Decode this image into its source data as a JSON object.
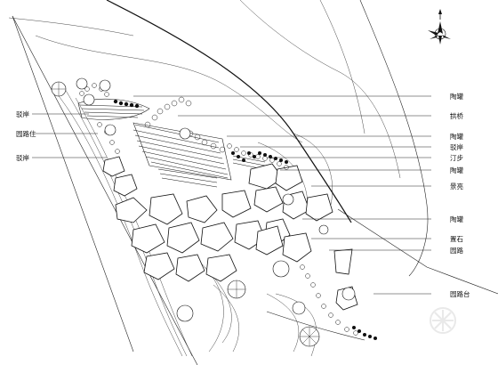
{
  "drawing": {
    "labels_right": [
      {
        "key": "r1",
        "text": "陶罐"
      },
      {
        "key": "r2",
        "text": "拱桥"
      },
      {
        "key": "r3",
        "text": "陶罐"
      },
      {
        "key": "r4",
        "text": "驳岸"
      },
      {
        "key": "r5",
        "text": "汀步"
      },
      {
        "key": "r6",
        "text": "陶罐"
      },
      {
        "key": "r7",
        "text": "景亮"
      },
      {
        "key": "r8",
        "text": "陶罐"
      },
      {
        "key": "r9",
        "text": "置石"
      },
      {
        "key": "r10",
        "text": "园路"
      },
      {
        "key": "r11",
        "text": "园路台"
      }
    ],
    "labels_left": [
      {
        "key": "l1",
        "text": "驳岸"
      },
      {
        "key": "l2",
        "text": "园路住"
      },
      {
        "key": "l3",
        "text": "驳岸"
      }
    ],
    "compass": "north-arrow-icon",
    "watermark": "zhulong-watermark-icon"
  }
}
